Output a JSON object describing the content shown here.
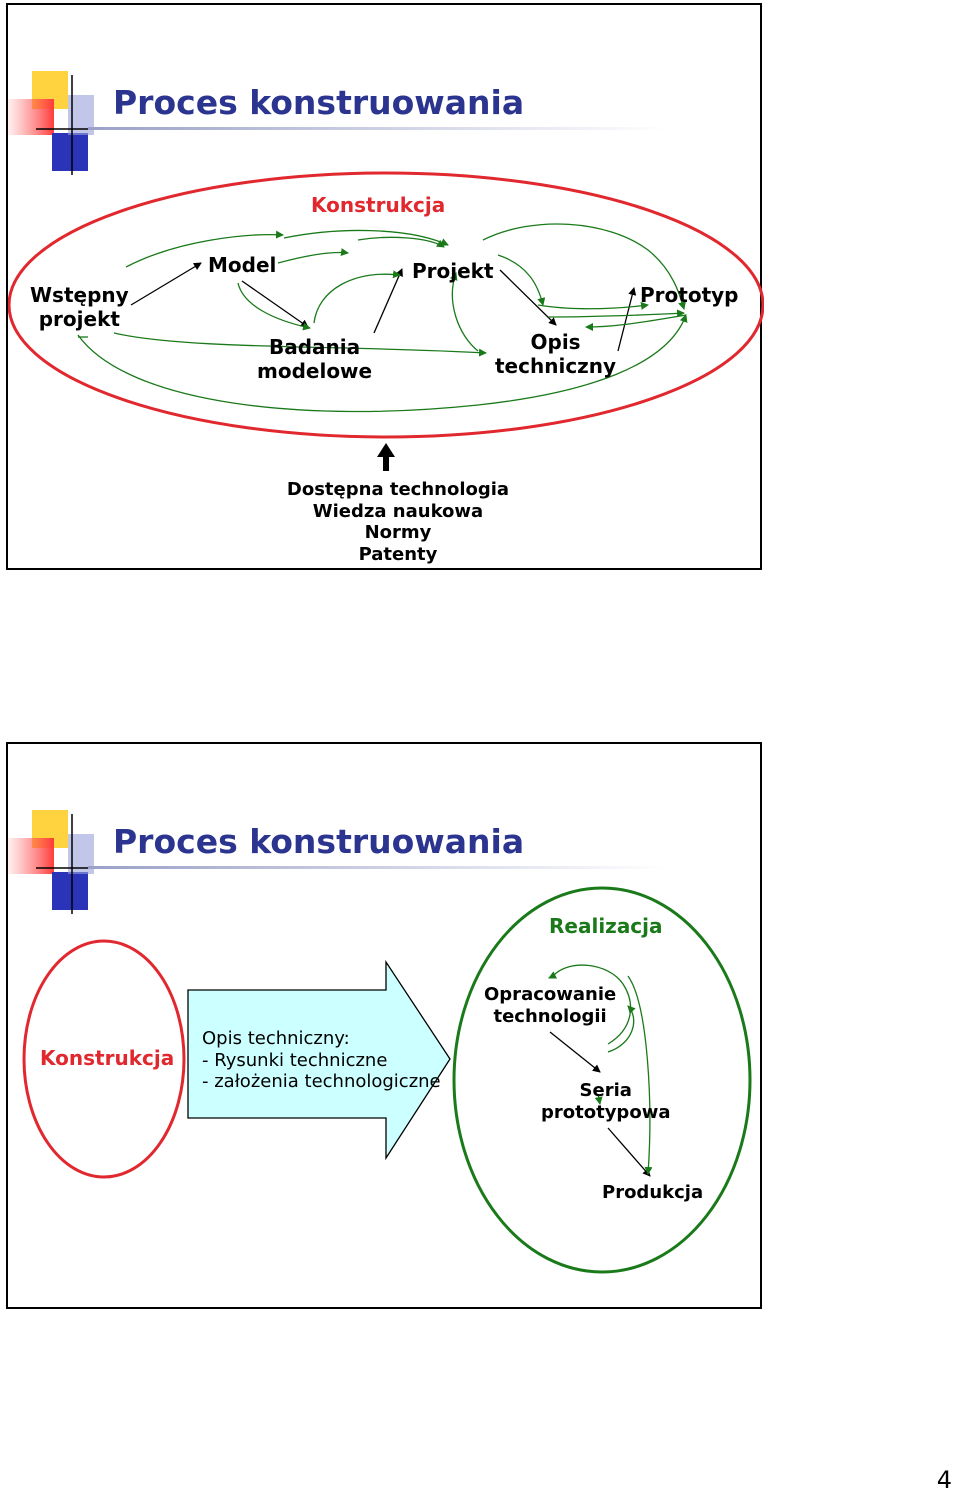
{
  "slide1": {
    "title": "Proces konstruowania",
    "ellipse_label": "Konstrukcja",
    "nodes": {
      "wstepny_projekt": "Wstępny\nprojekt",
      "model": "Model",
      "badania_modelowe": "Badania\nmodelowe",
      "projekt": "Projekt",
      "opis_techniczny": "Opis\ntechniczny",
      "prototyp": "Prototyp"
    },
    "inputs": [
      "Dostępna technologia",
      "Wiedza naukowa",
      "Normy",
      "Patenty"
    ]
  },
  "slide2": {
    "title": "Proces konstruowania",
    "left_ellipse_label": "Konstrukcja",
    "arrow_text": [
      "Opis techniczny:",
      "- Rysunki techniczne",
      "- założenia technologiczne"
    ],
    "right_ellipse_label": "Realizacja",
    "nodes": {
      "opracowanie": "Opracowanie\ntechnologii",
      "seria": "Seria\nprototypowa",
      "produkcja": "Produkcja"
    }
  },
  "page_number": "4",
  "colors": {
    "title": "#2b3590",
    "red": "#e0282e",
    "green": "#1a7a1a",
    "arrow_fill": "#ccffff"
  }
}
